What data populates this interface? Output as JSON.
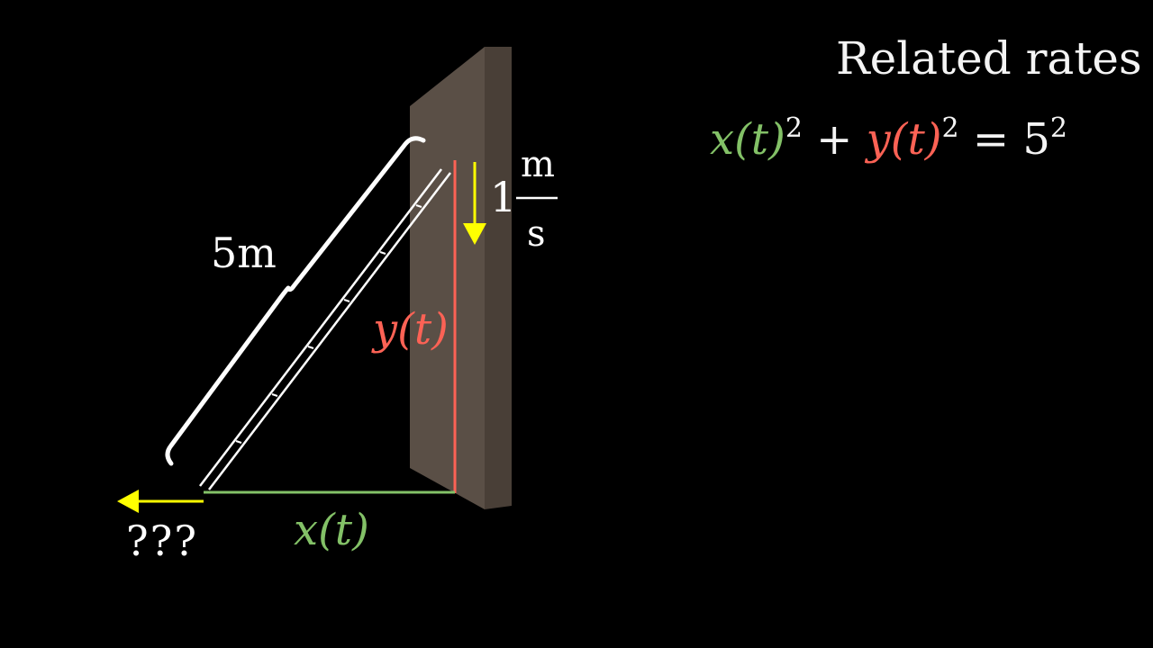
{
  "title": "Related rates",
  "equation": {
    "x_term": "x(t)",
    "y_term": "y(t)",
    "exp": "2",
    "plus": "+",
    "equals": "=",
    "rhs_base": "5",
    "rhs_exp": "2"
  },
  "ladder_length_label": "5m",
  "unknown_rate_label": "???",
  "x_label": "x(t)",
  "y_label": "y(t)",
  "rate": {
    "value": "1",
    "unit_top": "m",
    "unit_bottom": "s"
  },
  "colors": {
    "background": "#000000",
    "x_green": "#83c167",
    "y_red": "#fc6255",
    "arrow_yellow": "#ffff00",
    "wall_front": "#5a4f46",
    "wall_side": "#493f37",
    "text": "#ffffff"
  }
}
